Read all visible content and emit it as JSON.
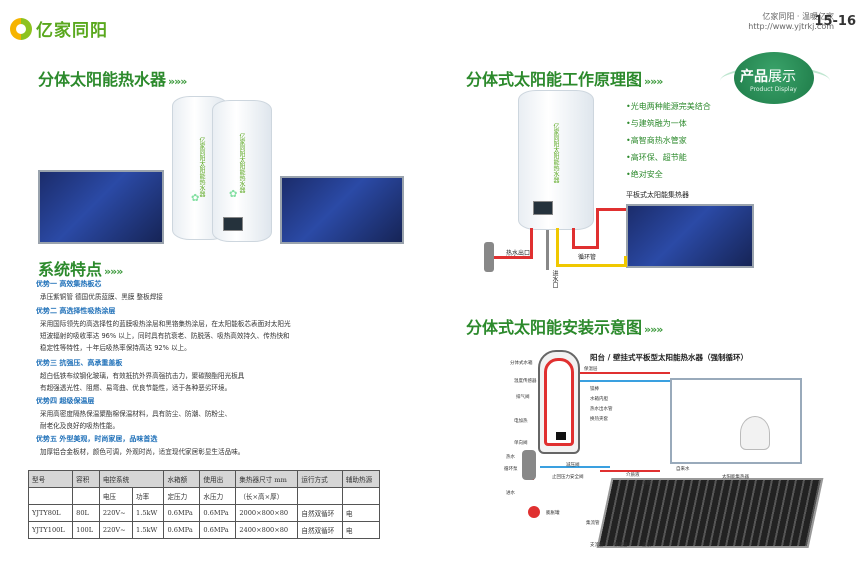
{
  "header": {
    "logo_text": "亿家同阳",
    "slogan": "亿家同阳 · 温暖亿家",
    "website": "http://www.yjtrkj.com",
    "page_numbers": "15-16",
    "badge_main": "产品",
    "badge_accent": "展示",
    "badge_sub": "Product Display"
  },
  "left": {
    "title": "分体太阳能热水器",
    "features_title": "系统特点",
    "arrows": "»»»",
    "advantages": [
      {
        "head": "优势一  高效集热板芯",
        "lines": [
          "承压紫铜管   德国优质蓝膜、黑膜   整板焊接"
        ]
      },
      {
        "head": "优势二  高选择性吸热涂层",
        "lines": [
          "采用国际领先的高选择性的蓝膜吸热涂层和黑铬集热涂层，在太阳能板芯表面对太阳光",
          "短波辐射的吸收率达 96% 以上，同时具有抗衰老、防脱落、吸热高效持久、传热快和",
          "稳定性等特性，十年后吸热率保持高达 92% 以上。"
        ]
      },
      {
        "head": "优势三  抗强压、高承重盖板",
        "lines": [
          "超白低铁布纹钢化玻璃，有效抵抗外界高强抗击力，聚碳酸酯阳光板具",
          "有超强透光性、阻燃、易弯曲、优良节能性，适于各种恶劣环境。"
        ]
      },
      {
        "head": "优势四  超级保温层",
        "lines": [
          "采用高密度隔热保温聚酯棉保温材料，具有防尘、防潮、防粉尘、",
          "耐老化及良好的吸热性能。"
        ]
      },
      {
        "head": "优势五  外型美观，时尚家居，品味首选",
        "lines": [
          "加厚铝合金板材，颜色可调，外观时尚，适宜现代家居彰显生活品味。"
        ]
      }
    ],
    "table": {
      "header1": [
        "型号",
        "容积",
        "电控系统",
        "",
        "水箱额",
        "使用出",
        "集热器尺寸 mm",
        "运行方式",
        "辅助热源"
      ],
      "header2": [
        "",
        "",
        "电压",
        "功率",
        "定压力",
        "水压力",
        "（长×高×厚）",
        "",
        ""
      ],
      "rows": [
        [
          "YJTY80L",
          "80L",
          "220V~",
          "1.5kW",
          "0.6MPa",
          "0.6MPa",
          "2000×800×80",
          "自然双循环",
          "电"
        ],
        [
          "YJTY100L",
          "100L",
          "220V~",
          "1.5kW",
          "0.6MPa",
          "0.6MPa",
          "2400×800×80",
          "自然双循环",
          "电"
        ]
      ]
    },
    "tank_brand": "亿家同阳太阳能热水器"
  },
  "right": {
    "principle_title": "分体式太阳能工作原理图",
    "install_title": "分体式太阳能安装示意图",
    "bullets": [
      "光电两种能源完美结合",
      "与建筑融为一体",
      "高智商热水管家",
      "高环保、超节能",
      "绝对安全"
    ],
    "principle_labels": {
      "collector": "平板式太阳能集热器",
      "hot_out": "热水出口",
      "cold_in": "进水口",
      "loop": "循环管"
    },
    "install_labels": {
      "heading": "阳台 / 壁挂式平板型太阳能热水器（强制循环）",
      "tank": "分体式水箱",
      "t1": "温度传感器",
      "t2": "保温层",
      "t3": "排气阀",
      "t4": "镁棒",
      "t5": "水箱内胆",
      "t6": "热水出水管",
      "t7": "换热夹套",
      "t8": "电加热",
      "t9": "单向阀",
      "t10": "减压阀",
      "t11": "止回压力安全阀",
      "t12": "自来水",
      "t13": "太阳能集热器",
      "t14": "介质液",
      "t15": "温感",
      "t16": "膨胀罐",
      "t17": "集流管",
      "t18": "支流管",
      "t19": "保温层",
      "t20": "盖板",
      "t21": "热水",
      "t22": "循环泵",
      "t23": "进水"
    }
  }
}
